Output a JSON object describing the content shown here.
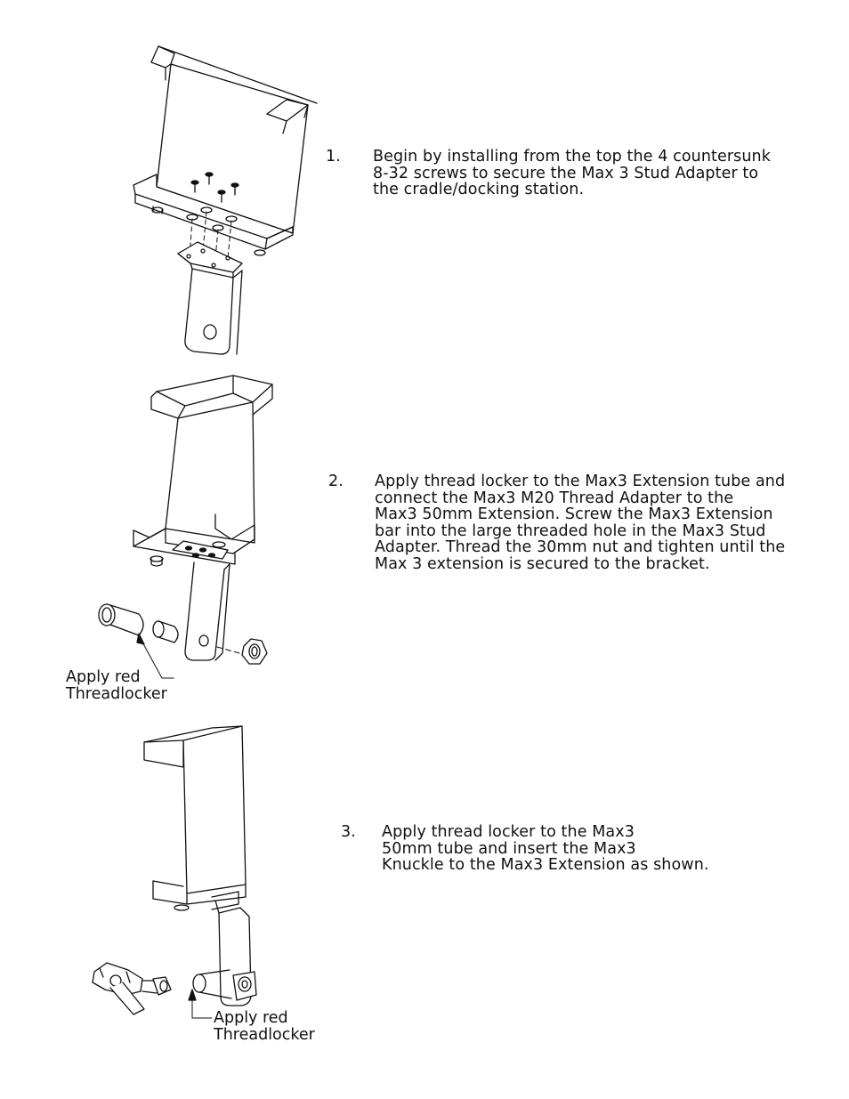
{
  "steps": [
    {
      "number": "1.",
      "lines": [
        "Begin by installing from the top the 4 countersunk",
        "8-32 screws to secure the Max 3 Stud Adapter to",
        "the cradle/docking station."
      ]
    },
    {
      "number": "2.",
      "lines": [
        "Apply thread locker to the Max3 Extension tube and",
        "connect the Max3 M20 Thread Adapter to the",
        "Max3 50mm Extension.  Screw the Max3 Extension",
        "bar into the large threaded hole in the Max3 Stud",
        "Adapter.  Thread the 30mm nut and tighten until the",
        "Max 3 extension is secured to the bracket."
      ]
    },
    {
      "number": "3.",
      "lines": [
        "Apply thread locker to the Max3",
        "50mm tube and insert the Max3",
        "Knuckle to the Max3 Extension as shown."
      ]
    }
  ],
  "callouts": [
    {
      "lines": [
        "Apply red",
        "Threadlocker"
      ]
    },
    {
      "lines": [
        "Apply red",
        "Threadlocker"
      ]
    }
  ]
}
